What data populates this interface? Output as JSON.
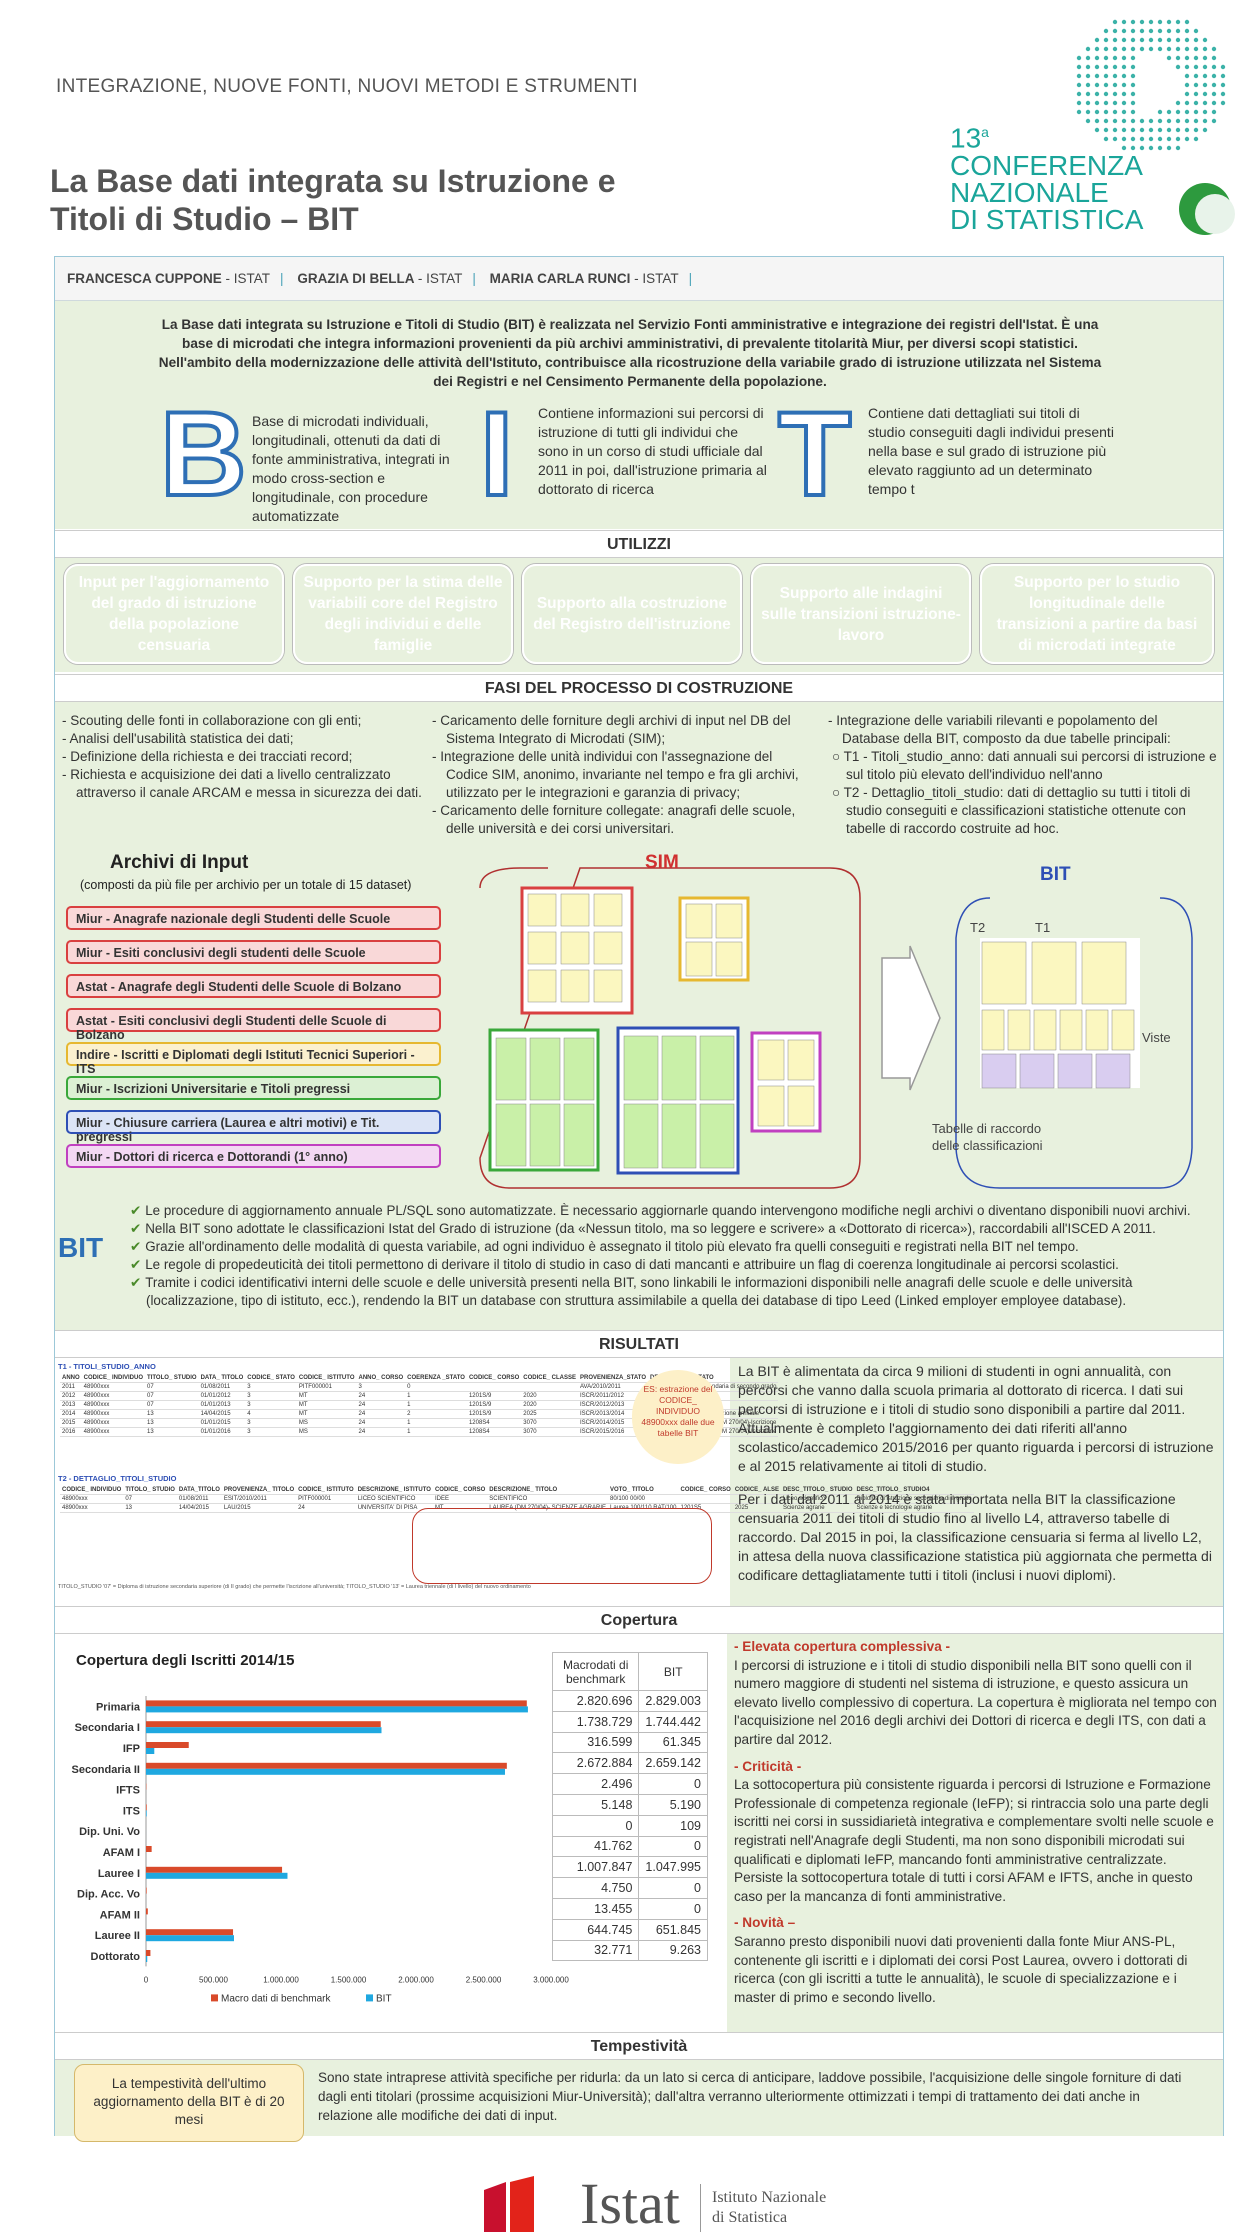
{
  "header": {
    "kicker": "INTEGRAZIONE, NUOVE FONTI, NUOVI METODI E STRUMENTI",
    "title": "La Base dati integrata su Istruzione e Titoli di Studio – BIT",
    "conference": {
      "number": "13",
      "sup": "a",
      "line1": "CONFERENZA",
      "line2": "NAZIONALE",
      "line3": "DI STATISTICA"
    }
  },
  "authors": [
    {
      "name": "FRANCESCA CUPPONE",
      "org": "- ISTAT"
    },
    {
      "name": "GRAZIA DI BELLA",
      "org": "- ISTAT"
    },
    {
      "name": "MARIA CARLA RUNCI",
      "org": "- ISTAT"
    }
  ],
  "intro": {
    "paragraph": "La Base dati integrata su Istruzione e Titoli di Studio (BIT) è realizzata nel Servizio Fonti amministrative e integrazione dei registri dell'Istat. È una base di microdati che integra informazioni provenienti da più archivi amministrativi, di prevalente titolarità Miur, per diversi scopi statistici. Nell'ambito della modernizzazione delle attività dell'Istituto, contribuisce alla ricostruzione della variabile grado di istruzione utilizzata nel Sistema dei Registri e nel Censimento Permanente della popolazione.",
    "B": {
      "letter": "B",
      "text": "Base di microdati individuali, longitudinali, ottenuti da dati di fonte amministrativa, integrati in modo cross-section e longitudinale, con procedure automatizzate"
    },
    "I": {
      "letter": "I",
      "text": "Contiene informazioni sui percorsi di istruzione di tutti gli individui che sono in un corso di studi ufficiale dal 2011 in poi, dall'istruzione primaria al dottorato di ricerca"
    },
    "T": {
      "letter": "T",
      "text": "Contiene dati dettagliati sui titoli di studio conseguiti dagli individui presenti nella base e sul grado di istruzione più elevato raggiunto ad un determinato tempo t"
    }
  },
  "utilizzi": {
    "heading": "UTILIZZI",
    "items": [
      {
        "label": "Input per l'aggiornamento del grado di istruzione della popolazione censuaria",
        "color": "#2aa84a"
      },
      {
        "label": "Supporto per la stima delle variabili core del Registro degli individui e delle famiglie",
        "color": "#1f9fd6"
      },
      {
        "label": "Supporto alla costruzione del Registro dell'istruzione",
        "color": "#2e6fb5"
      },
      {
        "label": "Supporto alle indagini sulle transizioni istruzione-lavoro",
        "color": "#c25ee8"
      },
      {
        "label": "Supporto per lo studio longitudinale delle transizioni a partire da basi di microdati integrate",
        "color": "#ef8a1c"
      }
    ]
  },
  "fasi": {
    "heading": "FASI DEL PROCESSO DI COSTRUZIONE",
    "col1": [
      "- Scouting delle fonti in collaborazione con gli enti;",
      "- Analisi dell'usabilità statistica dei dati;",
      "- Definizione della richiesta e dei tracciati record;",
      "- Richiesta e acquisizione dei dati a livello centralizzato attraverso il canale ARCAM e messa in sicurezza dei dati."
    ],
    "col2": [
      "- Caricamento delle forniture degli archivi di input nel DB del Sistema Integrato di Microdati (SIM);",
      "- Integrazione delle unità individui con l'assegnazione del Codice SIM, anonimo, invariante nel tempo e fra gli archivi, utilizzato per le integrazioni e garanzia di privacy;",
      "- Caricamento delle forniture collegate: anagrafi delle scuole, delle università e dei corsi universitari."
    ],
    "col3": [
      "- Integrazione delle variabili rilevanti e popolamento del Database della BIT, composto da due tabelle principali:",
      "○ T1 - Titoli_studio_anno: dati annuali sui percorsi di istruzione e sul titolo più elevato dell'individuo nell'anno",
      "○ T2 - Dettaglio_titoli_studio: dati di dettaglio su tutti i titoli di studio conseguiti e classificazioni statistiche ottenute con tabelle di raccordo costruite ad hoc."
    ]
  },
  "archivi": {
    "title": "Archivi di Input",
    "subtitle": "(composti da più file per archivio per un totale di 15 dataset)",
    "items": [
      {
        "label": "Miur - Anagrafe nazionale degli Studenti delle Scuole",
        "border": "#d94040",
        "bg": "#f9d8d8"
      },
      {
        "label": "Miur  - Esiti conclusivi degli studenti delle Scuole",
        "border": "#d94040",
        "bg": "#f9d8d8"
      },
      {
        "label": "Astat - Anagrafe degli Studenti delle Scuole di Bolzano",
        "border": "#d94040",
        "bg": "#f9d8d8"
      },
      {
        "label": "Astat - Esiti conclusivi degli Studenti delle Scuole di Bolzano",
        "border": "#d94040",
        "bg": "#f9d8d8"
      },
      {
        "label": "Indire - Iscritti e Diplomati degli Istituti Tecnici Superiori - ITS",
        "border": "#e6b830",
        "bg": "#fbf1cf"
      },
      {
        "label": "Miur - Iscrizioni Universitarie e Titoli pregressi",
        "border": "#3aa83a",
        "bg": "#dcf0d4"
      },
      {
        "label": "Miur - Chiusure carriera (Laurea e altri motivi) e Tit. pregressi",
        "border": "#2e4fb5",
        "bg": "#dce4f6"
      },
      {
        "label": "Miur - Dottori di ricerca e Dottorandi (1° anno)",
        "border": "#c040c0",
        "bg": "#f3d8f3"
      }
    ]
  },
  "diagram": {
    "sim": "SIM",
    "bit": "BIT",
    "t1": "T1",
    "t2": "T2",
    "viste": "Viste",
    "tabelle": "Tabelle di raccordo delle classificazioni"
  },
  "notes": {
    "side": "BIT",
    "items": [
      "Le procedure di aggiornamento annuale PL/SQL sono automatizzate. È necessario aggiornarle quando intervengono modifiche negli archivi o diventano disponibili nuovi archivi.",
      "Nella BIT sono adottate le classificazioni Istat del Grado di istruzione (da «Nessun titolo, ma so leggere e scrivere» a «Dottorato di ricerca»), raccordabili all'ISCED A 2011.",
      "Grazie all'ordinamento delle modalità di questa variabile, ad ogni individuo è assegnato il titolo più elevato fra quelli conseguiti e registrati nella BIT nel tempo.",
      "Le regole di propedeuticità dei titoli permettono di derivare il titolo di studio in caso di dati mancanti e attribuire un flag di coerenza longitudinale ai percorsi scolastici.",
      "Tramite i codici identificativi interni delle scuole e delle università presenti nella BIT, sono linkabili le informazioni disponibili nelle anagrafi delle scuole e delle università (localizzazione, tipo di istituto, ecc.), rendendo la BIT un database con struttura  assimilabile a quella dei database di tipo Leed (Linked employer employee database)."
    ]
  },
  "risultati": {
    "heading": "RISULTATI",
    "t1_title": "T1 - TITOLI_STUDIO_ANNO",
    "t1_cols": [
      "ANNO",
      "CODICE_ INDIVIDUO",
      "TITOLO_ STUDIO",
      "DATA_ TITOLO",
      "CODICE_ STATO",
      "CODICE_ ISTITUTO",
      "ANNO_ CORSO",
      "COERENZA _STATO",
      "CODICE_ CORSO",
      "CODICE_ CLASSE",
      "PROVENIENZA_STATO",
      "DESCRIZIONE_STATO"
    ],
    "t1_rows": [
      [
        "2011",
        "48900xxx",
        "07",
        "01/08/2011",
        "3",
        "PITF000001",
        "3",
        "0",
        "",
        "",
        "AVA/2010/2011",
        "Frequenza scuola secondaria di secondo grado"
      ],
      [
        "2012",
        "48900xxx",
        "07",
        "01/01/2012",
        "3",
        "MT",
        "24",
        "1",
        "1201S/9",
        "2020",
        "ISCR/2011/2012",
        "LAUREA-Iscrizione"
      ],
      [
        "2013",
        "48900xxx",
        "07",
        "01/01/2013",
        "3",
        "MT",
        "24",
        "1",
        "1201S/9",
        "2020",
        "ISCR/2012/2013",
        "LAUREA-Iscrizioni annuali"
      ],
      [
        "2014",
        "48900xxx",
        "13",
        "14/04/2015",
        "4",
        "MT",
        "24",
        "2",
        "1201S/9",
        "2025",
        "ISCR/2013/2014",
        "LAUREA (DM 270/04)-Iscrizione annuale"
      ],
      [
        "2015",
        "48900xxx",
        "13",
        "01/01/2015",
        "3",
        "MS",
        "24",
        "1",
        "1208S4",
        "3070",
        "ISCR/2014/2015",
        "LAUREA MAGISTRALE (DM 270/04)-Iscrizione"
      ],
      [
        "2016",
        "48900xxx",
        "13",
        "01/01/2016",
        "3",
        "MS",
        "24",
        "1",
        "1208S4",
        "3070",
        "ISCR/2015/2016",
        "LAUREA MAGISTRALE (DM 270/04)-Iscrizione"
      ]
    ],
    "t2_title": "T2 - DETTAGLIO_TITOLI_STUDIO",
    "t2_cols": [
      "CODICE_ INDIVIDUO",
      "TITOLO_ STUDIO",
      "DATA_TITOLO",
      "PROVENIENZA_ TITOLO",
      "CODICE_ ISTITUTO",
      "DESCRIZIONE_ ISTITUTO",
      "CODICE_ CORSO",
      "DESCRIZIONE_ TITOLO",
      "VOTO_ TITOLO",
      "CODICE_ CORSO",
      "CODICE_ ALSE",
      "DESC_TITOLO_ STUDIO",
      "DESC_TITOLO_ STUDIO4"
    ],
    "t2_rows": [
      [
        "48900xxx",
        "07",
        "01/08/2011",
        "ESIT/2010/2011",
        "PITF000001",
        "LICEO SCIENTIFICO",
        "IDEE",
        "SCIENTIFICO",
        "80/100 00/00",
        "",
        "",
        "Liceo scientifico",
        "Diploma di istruzione secondaria di II grado"
      ],
      [
        "48900xxx",
        "13",
        "14/04/2015",
        "LAU/2015",
        "24",
        "UNIVERSITA' DI PISA",
        "MT",
        "LAUREA (DM 270/04)- SCIENZE AGRARIE",
        "Laurea 100/110 RAT/100",
        "1201S5",
        "2025",
        "Scienze agrarie",
        "Scienze e tecnologie agrarie"
      ]
    ],
    "t_note": "TITOLO_STUDIO '07' = Diploma di istruzione secondaria superiore (di II grado) che permette l'iscrizione all'università; TITOLO_STUDIO '13' = Laurea triennale (di I livello) del nuovo ordinamento",
    "bubble": "ES: estrazione del CODICE_ INDIVIDUO 48900xxx dalle due tabelle BIT",
    "para1": "La BIT è alimentata da circa 9 milioni di studenti in ogni annualità, con percorsi che vanno dalla scuola primaria al dottorato di ricerca. I dati sui percorsi di istruzione e i titoli di studio sono disponibili a partire dal 2011. Attualmente è completo l'aggiornamento dei dati riferiti all'anno scolastico/accademico 2015/2016 per quanto riguarda i percorsi di istruzione e al 2015 relativamente ai titoli di studio.",
    "para2": "Per i dati dal 2011 al 2014 è stata importata nella BIT la classificazione censuaria 2011 dei titoli di studio fino al livello  L4, attraverso tabelle di raccordo. Dal 2015 in poi, la classificazione censuaria si ferma al livello L2, in attesa della nuova classificazione statistica più aggiornata che permetta di codificare dettagliatamente tutti i titoli (inclusi i nuovi diplomi)."
  },
  "copertura": {
    "heading": "Copertura",
    "table_head": [
      "Macrodati di benchmark",
      "BIT"
    ],
    "table_rows": [
      [
        "2.820.696",
        "2.829.003"
      ],
      [
        "1.738.729",
        "1.744.442"
      ],
      [
        "316.599",
        "61.345"
      ],
      [
        "2.672.884",
        "2.659.142"
      ],
      [
        "2.496",
        "0"
      ],
      [
        "5.148",
        "5.190"
      ],
      [
        "0",
        "109"
      ],
      [
        "41.762",
        "0"
      ],
      [
        "1.007.847",
        "1.047.995"
      ],
      [
        "4.750",
        "0"
      ],
      [
        "13.455",
        "0"
      ],
      [
        "644.745",
        "651.845"
      ],
      [
        "32.771",
        "9.263"
      ]
    ],
    "text": [
      {
        "head": "- Elevata copertura complessiva -",
        "body": "I percorsi di istruzione e i titoli di studio disponibili nella BIT sono quelli con il numero maggiore di studenti nel sistema di istruzione, e questo assicura un elevato livello complessivo di copertura. La copertura è migliorata nel tempo con l'acquisizione nel 2016 degli archivi dei Dottori di ricerca e degli ITS, con dati a partire dal 2012."
      },
      {
        "head": "- Criticità -",
        "body": "La sottocopertura più consistente riguarda i percorsi di Istruzione e Formazione Professionale di competenza regionale (IeFP); si rintraccia solo una parte degli iscritti nei corsi in sussidiarietà integrativa e complementare svolti nelle scuole e registrati nell'Anagrafe degli Studenti, ma non sono disponibili microdati sui qualificati e diplomati IeFP, mancando fonti amministrative centralizzate. Persiste la sottocopertura totale di tutti i corsi AFAM e IFTS, anche in questo caso per la mancanza di fonti amministrative."
      },
      {
        "head": "- Novità –",
        "body": "Saranno presto disponibili nuovi dati provenienti dalla fonte Miur ANS-PL, contenente gli iscritti e i diplomati dei corsi Post Laurea, ovvero i dottorati di ricerca (con gli iscritti a tutte le annualità), le scuole di specializzazione e i master di primo e secondo livello."
      }
    ]
  },
  "chart_data": {
    "type": "bar",
    "title": "Copertura degli Iscritti 2014/15",
    "orientation": "horizontal",
    "categories": [
      "Primaria",
      "Secondaria I",
      "IFP",
      "Secondaria II",
      "IFTS",
      "ITS",
      "Dip. Uni. Vo",
      "AFAM I",
      "Lauree I",
      "Dip. Acc. Vo",
      "AFAM II",
      "Lauree II",
      "Dottorato"
    ],
    "series": [
      {
        "name": "Macro dati di benchmark",
        "color": "#d94a2a",
        "values": [
          2820696,
          1738729,
          316599,
          2672884,
          2496,
          5148,
          0,
          41762,
          1007847,
          4750,
          13455,
          644745,
          32771
        ]
      },
      {
        "name": "BIT",
        "color": "#1fa8e0",
        "values": [
          2829003,
          1744442,
          61345,
          2659142,
          0,
          5190,
          109,
          0,
          1047995,
          0,
          0,
          651845,
          9263
        ]
      }
    ],
    "xlim": [
      0,
      3000000
    ],
    "xticks": [
      "0",
      "500.000",
      "1.000.000",
      "1.500.000",
      "2.000.000",
      "2.500.000",
      "3.000.000"
    ],
    "legend": "bottom"
  },
  "tempestivita": {
    "heading": "Tempestività",
    "box": "La tempestività dell'ultimo aggiornamento della BIT è di 20 mesi",
    "text": "Sono state intraprese attività specifiche per ridurla: da un lato si cerca di anticipare, laddove possibile, l'acquisizione delle singole forniture di dati dagli enti titolari (prossime acquisizioni Miur-Università); dall'altra verranno ulteriormente ottimizzati i tempi di trattamento dei dati anche in relazione alle modifiche dei dati di input."
  },
  "footer": {
    "brand": "Istat",
    "line1": "Istituto Nazionale",
    "line2": "di Statistica"
  }
}
